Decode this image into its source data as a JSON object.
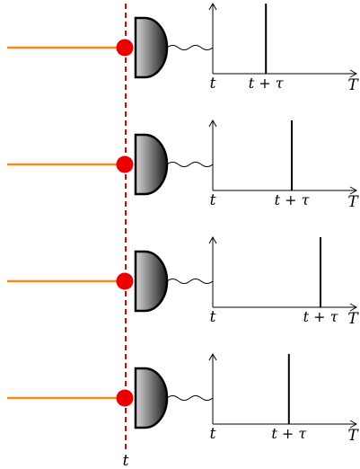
{
  "colors": {
    "beam": "#f08a1c",
    "particle": "#ee0000",
    "time_line": "#e00000",
    "detector_dark": "#1a1a1a",
    "detector_light": "#d8d8d8",
    "ink": "#000000"
  },
  "time_line_label": "t",
  "rows": [
    {
      "origin_label": "t",
      "spike_label": "t + τ",
      "axis_end_label": "T",
      "spike_delay": 0.37
    },
    {
      "origin_label": "t",
      "spike_label": "t + τ",
      "axis_end_label": "T",
      "spike_delay": 0.55
    },
    {
      "origin_label": "t",
      "spike_label": "t + τ",
      "axis_end_label": "T",
      "spike_delay": 0.75
    },
    {
      "origin_label": "t",
      "spike_label": "t + τ",
      "axis_end_label": "T",
      "spike_delay": 0.53
    }
  ]
}
